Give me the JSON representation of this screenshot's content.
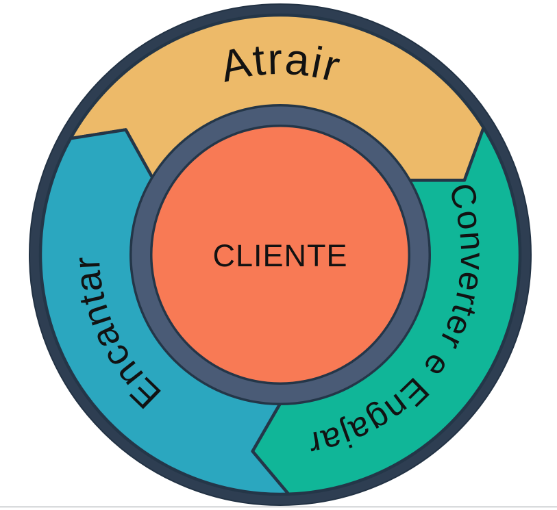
{
  "diagram": {
    "type": "flywheel",
    "flow_direction": "clockwise",
    "center_label": "CLIENTE",
    "center_color": "#f87a55",
    "ring_color": "#4a5b76",
    "outer_border_color": "#2e3e52",
    "outline_color": "#243648",
    "background_color": "#ffffff",
    "segments": [
      {
        "id": "atrair",
        "label": "Atrair",
        "color": "#edba69",
        "position": "top"
      },
      {
        "id": "converter-engajar",
        "label": "Converter e Engajar",
        "color": "#10b698",
        "position": "right"
      },
      {
        "id": "encantar",
        "label": "Encantar",
        "color": "#2ba7bf",
        "position": "left"
      }
    ]
  },
  "footer": {
    "divider_color": "#d9dbdd"
  }
}
